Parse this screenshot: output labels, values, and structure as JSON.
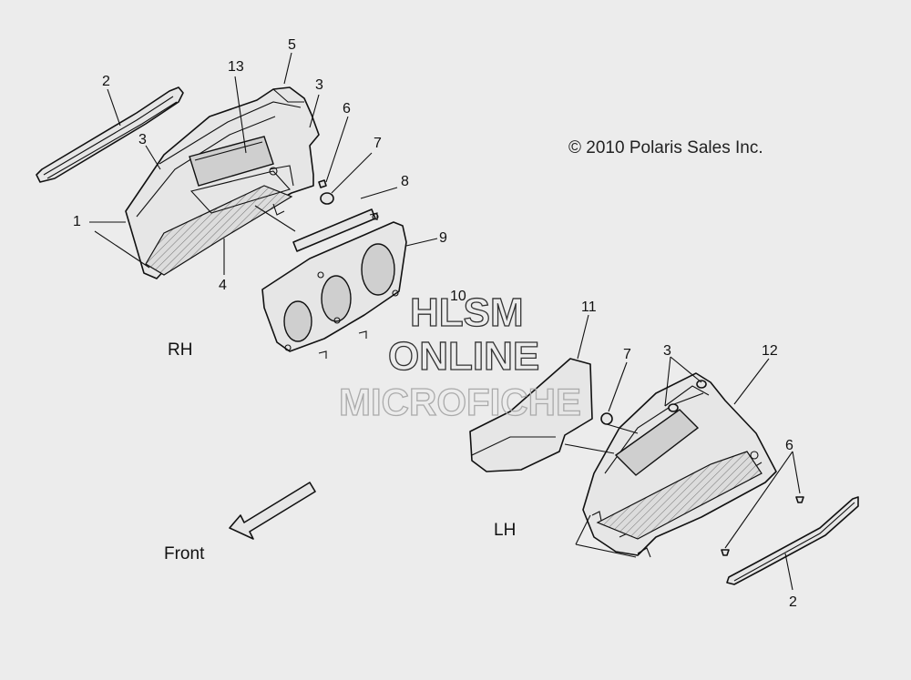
{
  "copyright": "© 2010 Polaris Sales Inc.",
  "watermark": {
    "line1": "HLSM",
    "line2": "ONLINE",
    "line3": "MICROFICHE"
  },
  "labels": {
    "rh": "RH",
    "lh": "LH",
    "front": "Front"
  },
  "callouts": {
    "c1_rh": "1",
    "c2_rh": "2",
    "c3_rh_a": "3",
    "c3_rh_b": "3",
    "c4": "4",
    "c5": "5",
    "c6_rh": "6",
    "c7_rh": "7",
    "c8": "8",
    "c9": "9",
    "c10": "10",
    "c11": "11",
    "c7_lh": "7",
    "c3_lh": "3",
    "c12": "12",
    "c6_lh": "6",
    "c2_lh": "2",
    "c13": "13"
  }
}
